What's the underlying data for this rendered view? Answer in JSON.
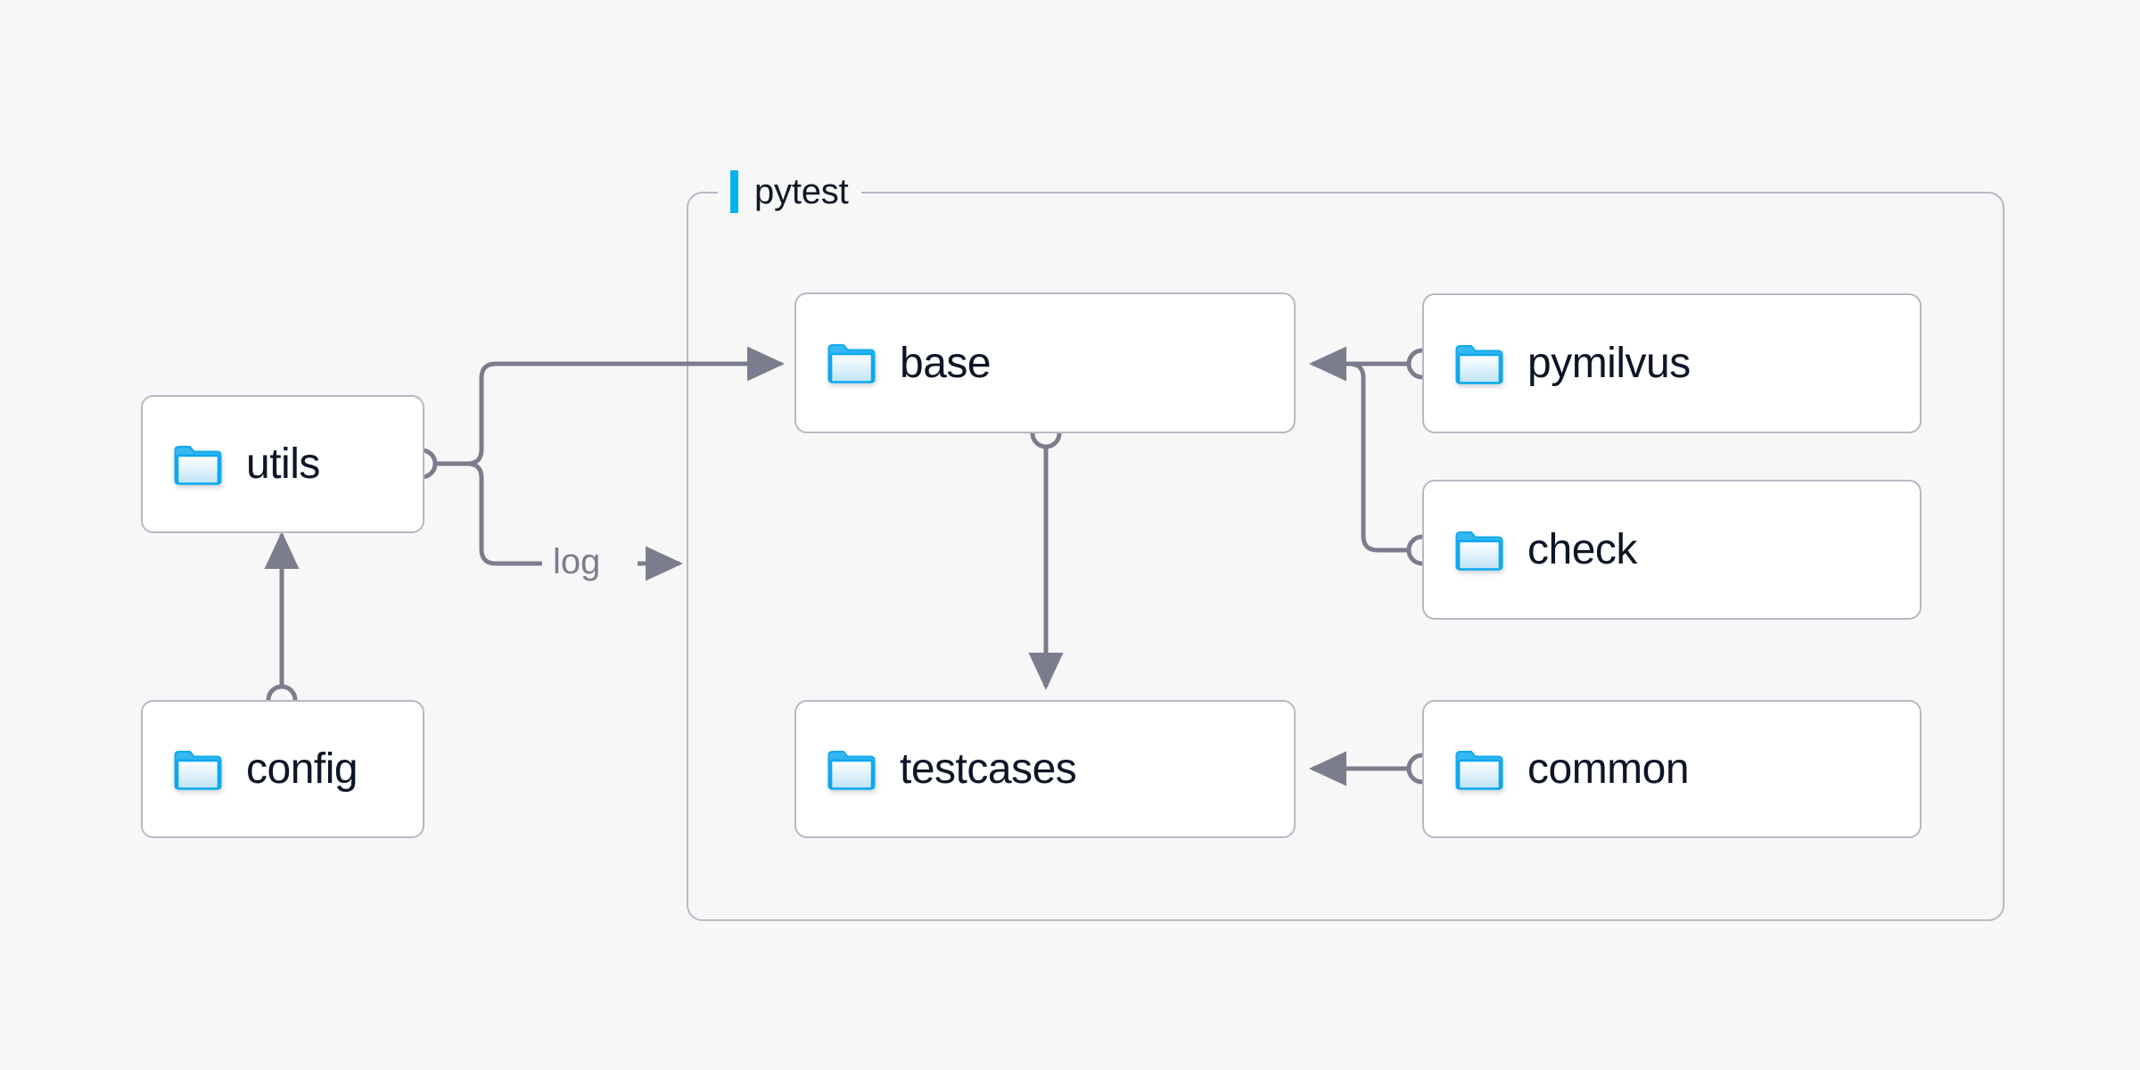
{
  "diagram": {
    "title": "",
    "background_color": "#f7f7f8",
    "node_border_color": "#b9b8c4",
    "node_fill_color": "#ffffff",
    "edge_color": "#7c7d8c",
    "accent_color": "#00b2f0",
    "label_color": "#0d1526"
  },
  "group": {
    "name": "pytest",
    "icon": "accent-bar-icon"
  },
  "nodes": [
    {
      "id": "utils",
      "label": "utils",
      "icon": "folder-icon"
    },
    {
      "id": "config",
      "label": "config",
      "icon": "folder-icon"
    },
    {
      "id": "base",
      "label": "base",
      "icon": "folder-icon"
    },
    {
      "id": "testcases",
      "label": "testcases",
      "icon": "folder-icon"
    },
    {
      "id": "pymilvus",
      "label": "pymilvus",
      "icon": "folder-icon"
    },
    {
      "id": "check",
      "label": "check",
      "icon": "folder-icon"
    },
    {
      "id": "common",
      "label": "common",
      "icon": "folder-icon"
    }
  ],
  "edges": [
    {
      "id": "utils-base",
      "from": "utils",
      "to": "base",
      "label": ""
    },
    {
      "id": "utils-log",
      "from": "utils",
      "to": "pytest",
      "label": "log"
    },
    {
      "id": "config-utils",
      "from": "config",
      "to": "utils",
      "label": ""
    },
    {
      "id": "base-testcases",
      "from": "base",
      "to": "testcases",
      "label": ""
    },
    {
      "id": "pymilvus-base",
      "from": "pymilvus",
      "to": "base",
      "label": ""
    },
    {
      "id": "check-base",
      "from": "check",
      "to": "base",
      "label": ""
    },
    {
      "id": "common-testcases",
      "from": "common",
      "to": "testcases",
      "label": ""
    }
  ]
}
